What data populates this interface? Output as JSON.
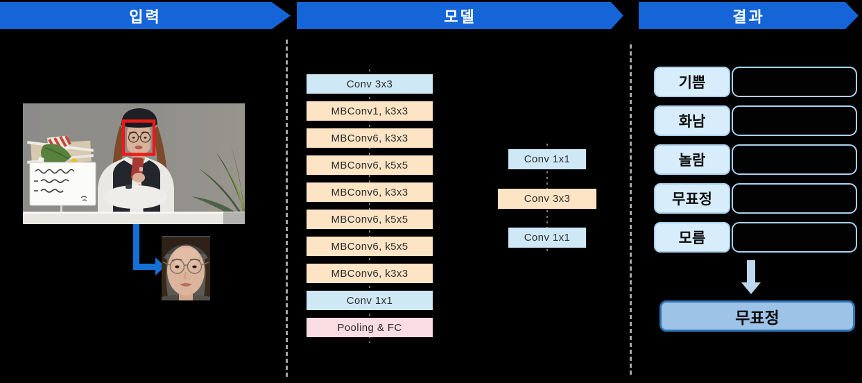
{
  "header": {
    "input_title": "입력",
    "model_title": "모델",
    "result_title": "결과"
  },
  "model": {
    "backbone_layers": [
      {
        "label": "Conv 3x3",
        "kind": "conv"
      },
      {
        "label": "MBConv1, k3x3",
        "kind": "mbconv"
      },
      {
        "label": "MBConv6, k3x3",
        "kind": "mbconv"
      },
      {
        "label": "MBConv6, k5x5",
        "kind": "mbconv"
      },
      {
        "label": "MBConv6, k3x3",
        "kind": "mbconv"
      },
      {
        "label": "MBConv6, k5x5",
        "kind": "mbconv"
      },
      {
        "label": "MBConv6, k5x5",
        "kind": "mbconv"
      },
      {
        "label": "MBConv6, k3x3",
        "kind": "mbconv"
      },
      {
        "label": "Conv 1x1",
        "kind": "conv"
      },
      {
        "label": "Pooling & FC",
        "kind": "pool"
      }
    ],
    "head_layers": [
      {
        "label": "Conv 1x1",
        "kind": "conv"
      },
      {
        "label": "Conv 3x3",
        "kind": "mbconv"
      },
      {
        "label": "Conv 1x1",
        "kind": "conv"
      }
    ]
  },
  "result": {
    "classes": [
      "기쁨",
      "화남",
      "놀람",
      "무표정",
      "모름"
    ],
    "prediction": "무표정"
  },
  "colors": {
    "background": "#000000",
    "banner_blue": "#1565d8",
    "conv_box_blue": "#cfe8f6",
    "mbconv_box_orange": "#fce4c4",
    "pool_box_pink": "#fadce3",
    "class_label_fill": "#d7edfb",
    "class_label_border": "#a9cfeb",
    "probability_bar_border": "#aad3f2",
    "result_fill": "#9dc3e6",
    "result_border": "#2e75b6",
    "light_arrow_blue": "#bdd7ee",
    "flow_arrow_blue": "#1470d4",
    "face_detection_red": "#ec1a18",
    "separator_gray": "#a6a6a6"
  }
}
